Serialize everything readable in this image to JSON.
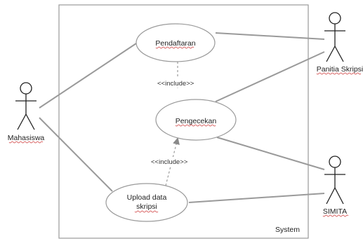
{
  "system": {
    "label": "System"
  },
  "actors": {
    "mahasiswa": "Mahasiswa",
    "panitia": "Panitia Skripsi",
    "simita": "SIMITA"
  },
  "use_cases": {
    "pendaftaran": "Pendaftaran",
    "pengecekan": "Pengecekan",
    "upload_line1": "Upload data",
    "upload_line2": "skripsi"
  },
  "relations": {
    "include_top": "<<include>>",
    "include_bottom": "<<include>>"
  },
  "colors": {
    "line": "#9a9a9a",
    "boundary": "#9a9a9a",
    "dashed": "#9a9a9a",
    "actor_stroke": "#222222",
    "squiggle": "#d04040"
  }
}
